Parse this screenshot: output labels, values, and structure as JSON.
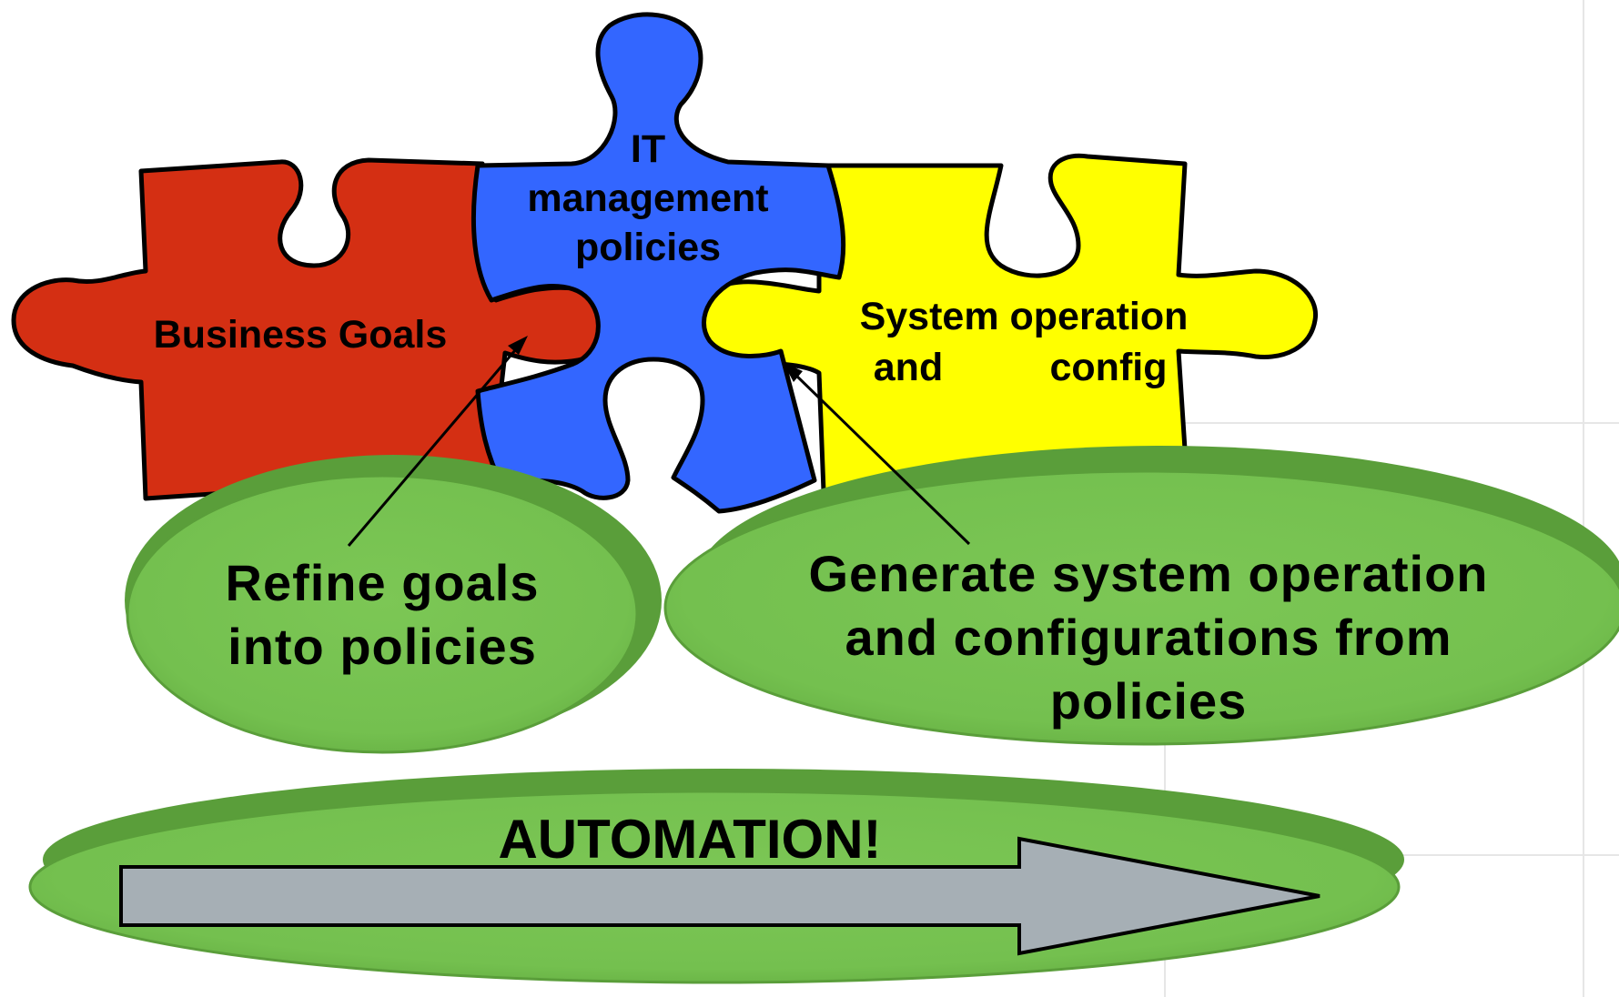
{
  "colors": {
    "business_goals": "#d42f13",
    "it_management": "#3366ff",
    "system_operation": "#ffff00",
    "oval_light": "#76c452",
    "oval_dark": "#5a9e3a",
    "arrow_fill": "#a6afb5"
  },
  "pieces": {
    "business_goals": "Business Goals",
    "it_management": [
      "IT",
      "management",
      "policies"
    ],
    "system_operation": [
      "System operation",
      "and",
      "config"
    ]
  },
  "steps": {
    "refine": [
      "Refine goals",
      "into policies"
    ],
    "generate": [
      "Generate system operation",
      "and configurations from",
      "policies"
    ]
  },
  "automation": "AUTOMATION!"
}
